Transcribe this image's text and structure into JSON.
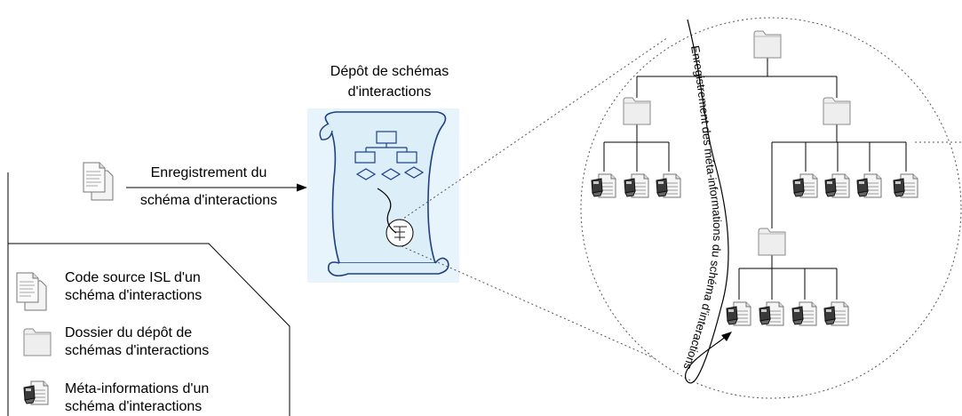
{
  "repository": {
    "title_line1": "Dépôt de schémas",
    "title_line2": "d'interactions"
  },
  "registration": {
    "line1": "Enregistrement du",
    "line2": "schéma d'interactions"
  },
  "curve_label": "Enregistrement des méta-informations du schéma d'interactions",
  "legend": [
    {
      "icon": "document-icon",
      "line1": "Code source ISL d'un",
      "line2": "schéma d'interactions"
    },
    {
      "icon": "folder-icon",
      "line1": "Dossier du dépôt de",
      "line2": "schémas d'interactions"
    },
    {
      "icon": "meta-info-icon",
      "line1": "Méta-informations d'un",
      "line2": "schéma d'interactions"
    }
  ]
}
